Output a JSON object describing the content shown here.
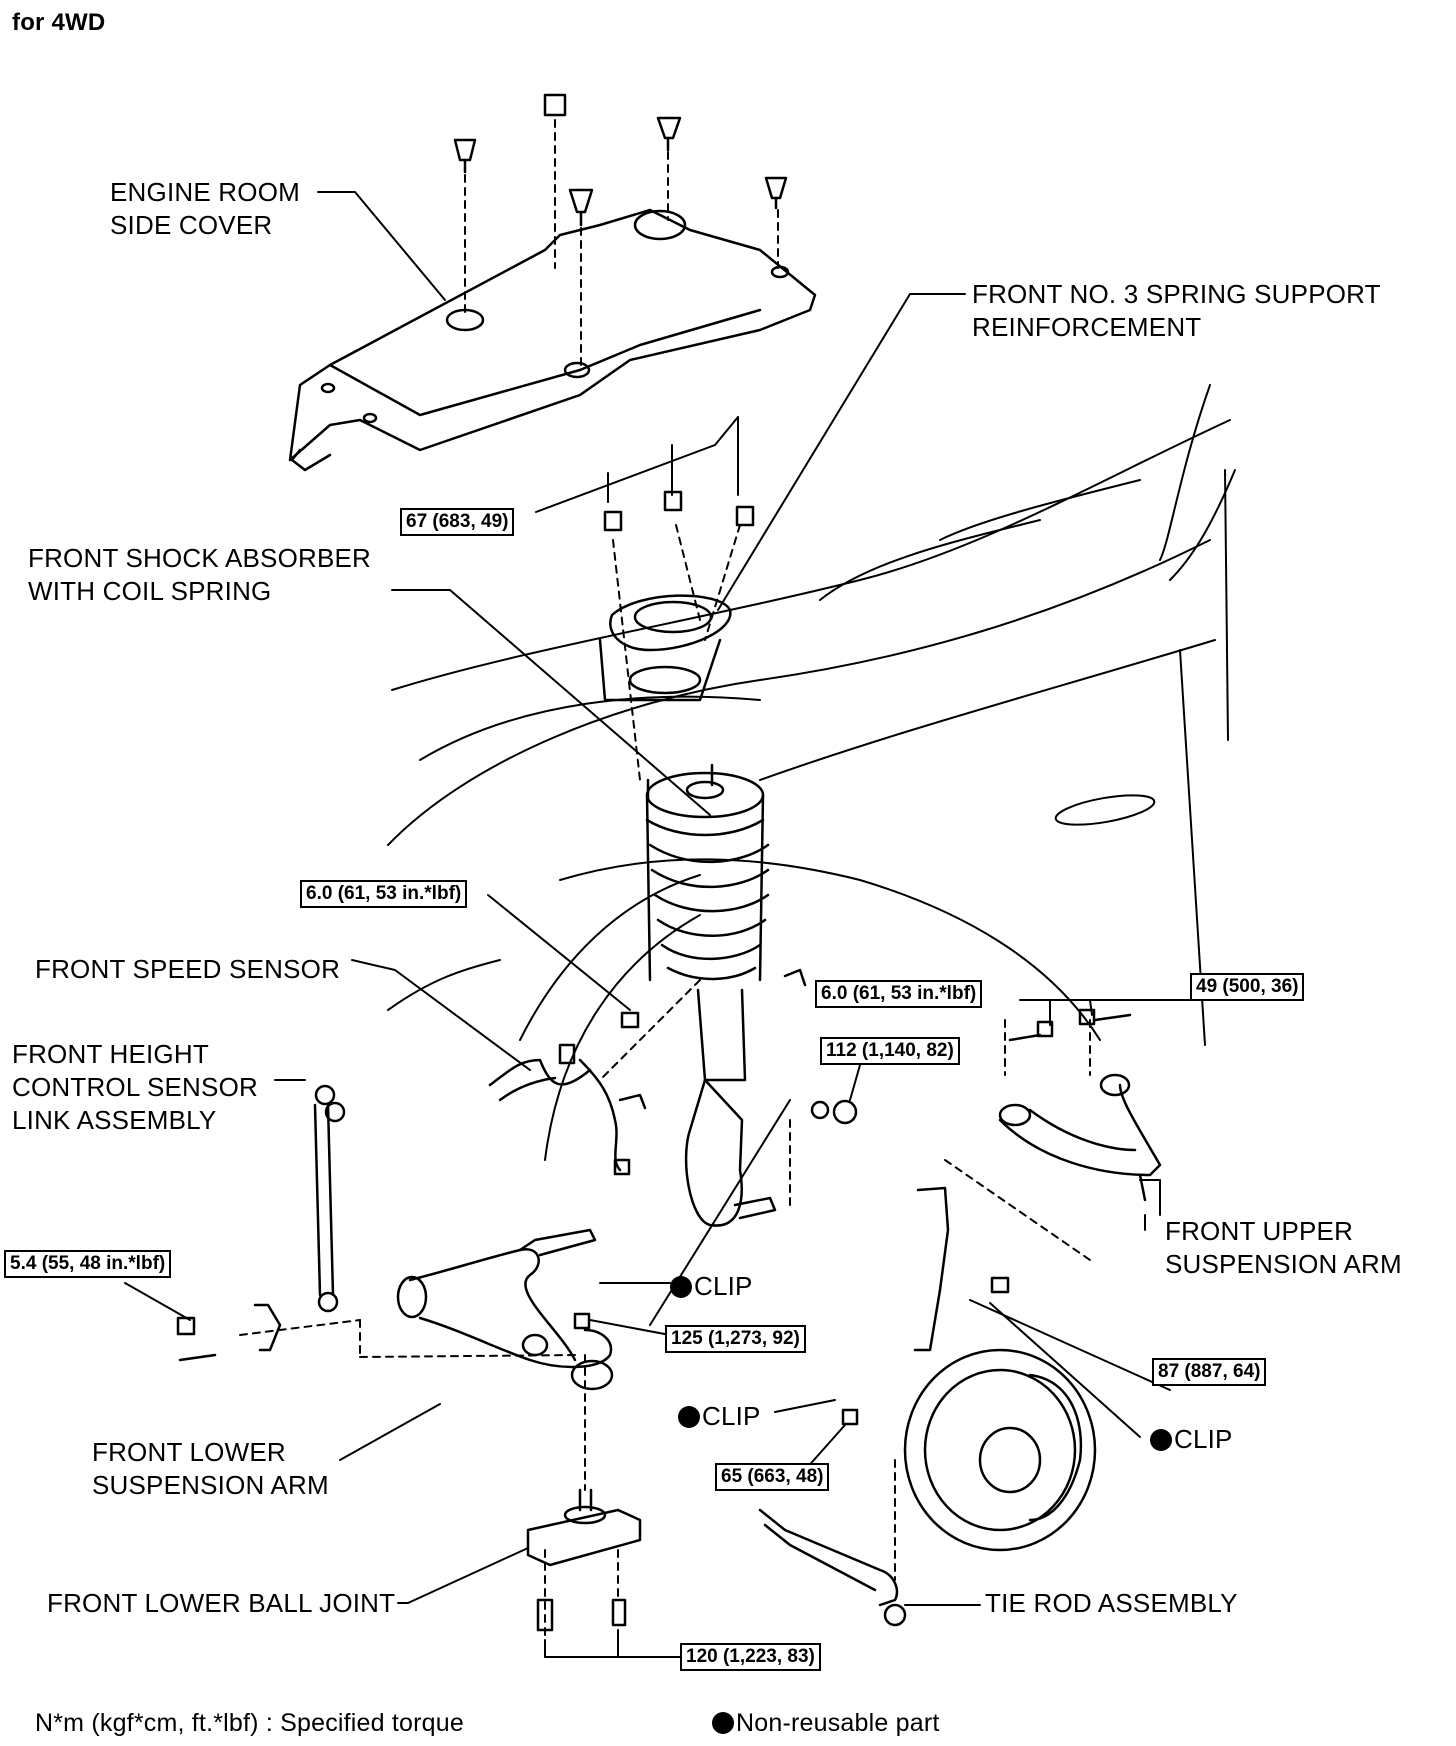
{
  "title": "for 4WD",
  "labels": {
    "engine_room_side_cover": [
      "ENGINE ROOM",
      "SIDE COVER"
    ],
    "spring_support_reinforcement": [
      "FRONT NO. 3 SPRING SUPPORT",
      "REINFORCEMENT"
    ],
    "shock_absorber": [
      "FRONT SHOCK ABSORBER",
      "WITH COIL SPRING"
    ],
    "speed_sensor": "FRONT SPEED SENSOR",
    "height_control_sensor": [
      "FRONT HEIGHT",
      "CONTROL SENSOR",
      "LINK ASSEMBLY"
    ],
    "upper_suspension_arm": [
      "FRONT UPPER",
      "SUSPENSION ARM"
    ],
    "lower_suspension_arm": [
      "FRONT LOWER",
      "SUSPENSION ARM"
    ],
    "lower_ball_joint": "FRONT LOWER BALL JOINT",
    "tie_rod_assembly": "TIE ROD ASSEMBLY",
    "clip": "CLIP"
  },
  "torques": {
    "t67": "67  (683,  49)",
    "t6_sensor": "6.0 (61, 53 in.*lbf)",
    "t6_strut": "6.0 (61, 53 in.*lbf)",
    "t49": "49 (500, 36)",
    "t112": "112 (1,140, 82)",
    "t54": "5.4 (55, 48 in.*lbf)",
    "t125": "125 (1,273, 92)",
    "t87": "87 (887, 64)",
    "t65": "65 (663, 48)",
    "t120": "120 (1,223, 83)"
  },
  "legend": {
    "specified_torque": "N*m (kgf*cm, ft.*lbf)  : Specified torque",
    "non_reusable": "Non-reusable part"
  }
}
